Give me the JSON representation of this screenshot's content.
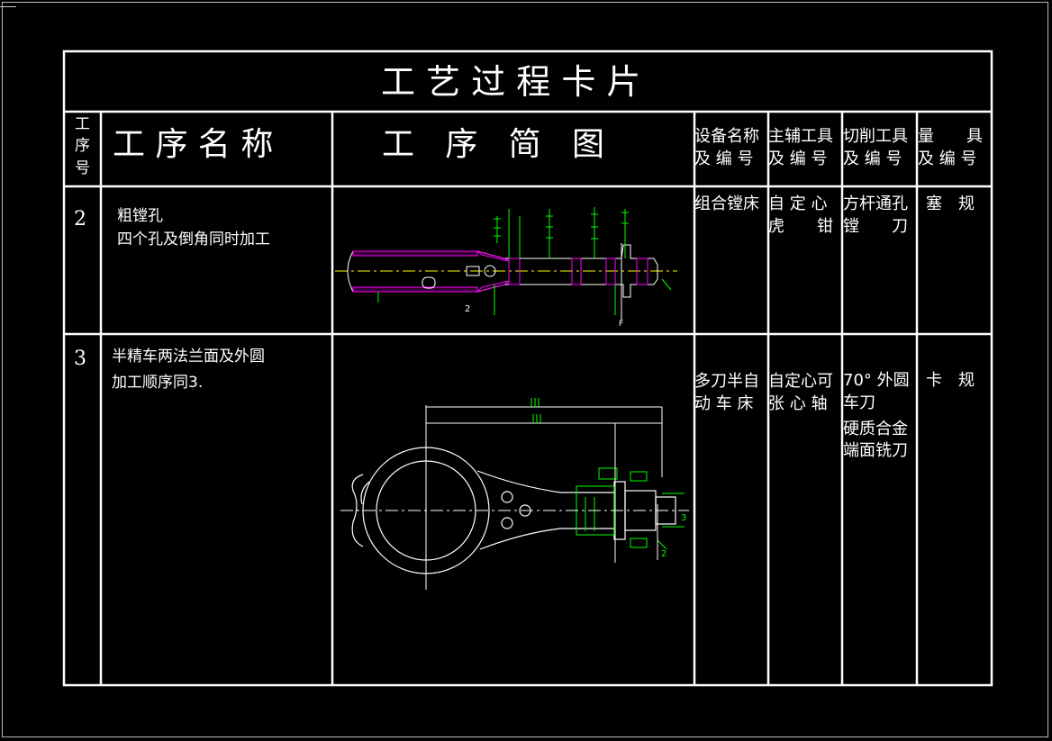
{
  "card_title": "工 艺 过 程 卡 片",
  "headers": {
    "step_no": [
      "工",
      "序",
      "号"
    ],
    "step_name": "工 序 名 称",
    "step_sketch": "工   序   简   图",
    "equipment": [
      "设备名称",
      "及 编 号"
    ],
    "main_aux_tool": [
      "主辅工具",
      "及 编 号"
    ],
    "cutting_tool": [
      "切削工具",
      "及 编 号"
    ],
    "measuring_tool": [
      "量　　具",
      "及 编 号"
    ]
  },
  "rows": [
    {
      "no": "2",
      "name_lines": [
        "粗镗孔",
        "四个孔及倒角同时加工"
      ],
      "equipment_lines": [
        "组合镗床"
      ],
      "main_aux_lines": [
        "自 定 心",
        "虎　　钳"
      ],
      "cutting_lines": [
        "方杆通孔",
        "镗　　刀"
      ],
      "measuring_lines": [
        "塞　规"
      ],
      "sketch_labels": [
        "2",
        "F"
      ]
    },
    {
      "no": "3",
      "name_lines": [
        "半精车两法兰面及外圆",
        "加工顺序同3."
      ],
      "equipment_lines": [
        "多刀半自",
        "动 车 床"
      ],
      "main_aux_lines": [
        "自定心可",
        "张 心 轴"
      ],
      "cutting_lines": [
        "70° 外圆",
        "车刀",
        "硬质合金",
        "端面铣刀"
      ],
      "measuring_lines": [
        "卡　规"
      ],
      "sketch_labels": [
        "3",
        "2"
      ]
    }
  ],
  "colors": {
    "background": "#000000",
    "grid_lines": "#ffffff",
    "dimension_green": "#00ff00",
    "part_magenta": "#ff00ff",
    "centerline_yellow": "#ffff00"
  }
}
